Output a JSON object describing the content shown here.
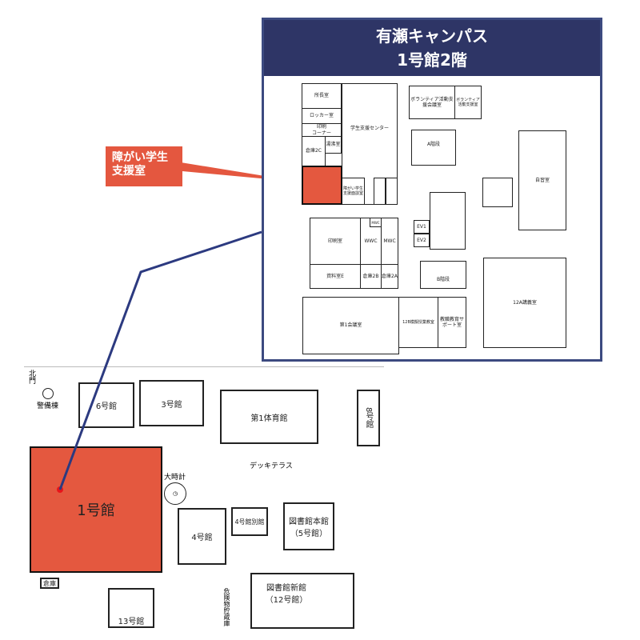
{
  "panel": {
    "title_line1": "有瀬キャンパス",
    "title_line2": "1号館2階"
  },
  "callout": {
    "label_line1": "障がい学生",
    "label_line2": "支援室"
  },
  "floor_rooms": {
    "director": "所長室",
    "locker": "ロッカー室",
    "print_corner_1": "印刷",
    "print_corner_2": "コーナー",
    "storage_2c": "倉庫2C",
    "kitchen": "湯沸室",
    "student_support": "学生支援センター",
    "disability_interview": "障がい学生支援面談室",
    "volunteer_meeting": "ボランティア活動支援会議室",
    "volunteer_office": "ボランティア活動支援室",
    "stairs_a": "A階段",
    "study_room": "自習室",
    "print_room": "印刷室",
    "wwc": "WWC",
    "mwc": "MWC",
    "mwc_small": "MWC",
    "ev1": "EV1",
    "ev2": "EV2",
    "archive_e": "資料室E",
    "storage_2b": "倉庫2B",
    "storage_2a": "倉庫2A",
    "stairs_b": "B階段",
    "lecture_12a": "12A講義室",
    "meeting_1": "第1会議室",
    "mock_class_12b": "12B模擬授業教室",
    "teacher_support": "教職教育サポート室"
  },
  "campus": {
    "bldg1": "1号館",
    "bldg6": "6号館",
    "bldg3": "3号館",
    "gym1": "第1体育館",
    "bldg8": "8号館",
    "guard": "警備棟",
    "clock": "大時計",
    "deck": "デッキテラス",
    "bldg4": "4号館",
    "bldg4annex": "4号館別館",
    "library_main": "図書館本館（5号館）",
    "library_new": "図書館新館（12号館）",
    "bldg13": "13号館",
    "storehouse": "倉庫",
    "hazmat": "危険物貯蔵庫",
    "gate": "北門"
  },
  "colors": {
    "highlight": "#e4583f",
    "navy": "#2e3566"
  }
}
